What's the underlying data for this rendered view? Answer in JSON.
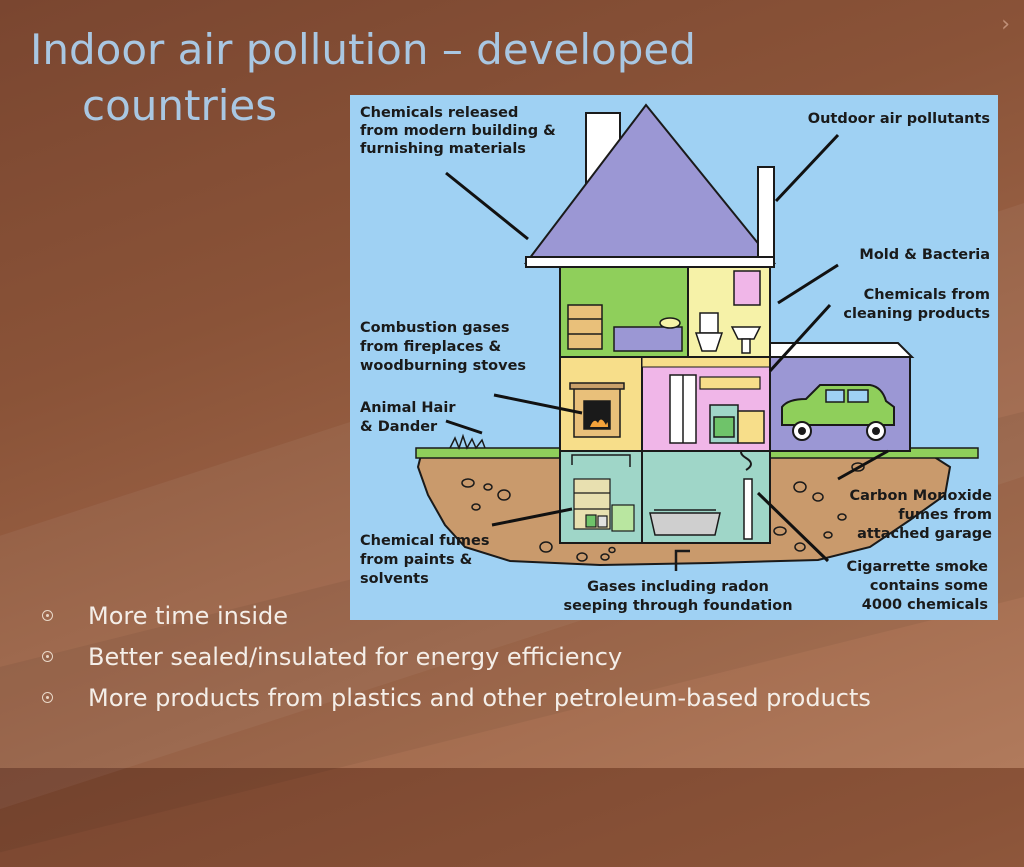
{
  "slide": {
    "title_line1": "Indoor air pollution – developed",
    "title_line2": "countries",
    "bullets": [
      "More time inside",
      "Better sealed/insulated for energy efficiency",
      "More products from plastics and other petroleum-based products"
    ]
  },
  "diagram": {
    "labels": {
      "chemicals_released": [
        "Chemicals released",
        "from modern building &",
        "furnishing materials"
      ],
      "outdoor": [
        "Outdoor air pollutants"
      ],
      "mold": [
        "Mold & Bacteria"
      ],
      "cleaning": [
        "Chemicals from",
        "cleaning products"
      ],
      "combustion": [
        "Combustion gases",
        "from fireplaces &",
        "woodburning stoves"
      ],
      "animal": [
        "Animal Hair",
        "& Dander"
      ],
      "carbon": [
        "Carbon Monoxide",
        "fumes from",
        "attached garage"
      ],
      "fumes": [
        "Chemical fumes",
        "from paints &",
        "solvents"
      ],
      "cigarette": [
        "Cigarrette smoke",
        "contains some",
        "4000 chemicals"
      ],
      "radon": [
        "Gases including radon",
        "seeping through foundation"
      ]
    }
  },
  "colors": {
    "title": "#a9c7e2",
    "sky": "#9fd1f3",
    "roof": "#9b97d4",
    "soil": "#c99a6c",
    "grass": "#8fcf5b"
  }
}
